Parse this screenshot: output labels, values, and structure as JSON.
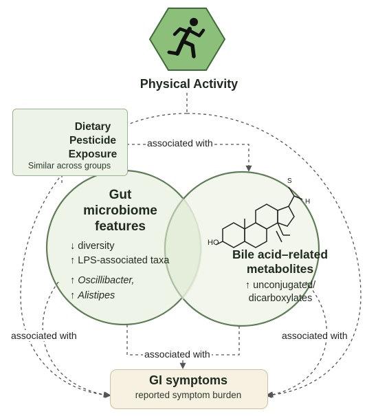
{
  "nodes": {
    "physical_activity": {
      "label": "Physical Activity",
      "icon": "running-person-icon"
    },
    "pesticide": {
      "title_lines": [
        "Dietary",
        "Pesticide",
        "Exposure"
      ],
      "subtitle": "Similar across groups",
      "icon": "poison-bottle-icon"
    },
    "gut": {
      "title_lines": [
        "Gut",
        "microbiome",
        "features"
      ],
      "items": [
        {
          "arrow": "↓",
          "text": "diversity",
          "italic": false
        },
        {
          "arrow": "↑",
          "text": "LPS-associated taxa",
          "italic": false
        },
        {
          "arrow": "↑",
          "text": "Oscillibacter,",
          "italic": true
        },
        {
          "arrow": "↑",
          "text": "Alistipes",
          "italic": true
        }
      ]
    },
    "bile": {
      "title_lines": [
        "Bile acid–related",
        "metabolites"
      ],
      "items_lines": [
        "↑ unconjugated/",
        "dicarboxylates"
      ],
      "icon": "steroid-structure-icon",
      "structure_labels": {
        "ho": "HO",
        "h": "H",
        "s": "S"
      }
    },
    "gi": {
      "title": "GI symptoms",
      "subtitle": "reported symptom burden"
    }
  },
  "edges": {
    "pesticide_to_bile": "associated with",
    "gut_left_to_gi": "associated with",
    "center_to_gi": "associated with",
    "bile_right_to_gi": "associated with"
  },
  "colors": {
    "hexagon": "#8cc07a",
    "circle_fill": "#eef3e6",
    "circle_stroke": "#5f7d56",
    "connector": "#555555"
  }
}
